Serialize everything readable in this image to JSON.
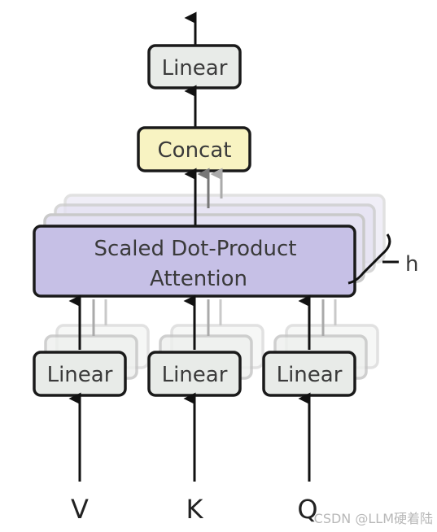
{
  "diagram": {
    "output_linear_label": "Linear",
    "concat_label": "Concat",
    "attention_label_line1": "Scaled Dot-Product",
    "attention_label_line2": "Attention",
    "heads_label": "h",
    "input_linears": [
      {
        "label": "Linear"
      },
      {
        "label": "Linear"
      },
      {
        "label": "Linear"
      }
    ],
    "inputs": [
      {
        "label": "V"
      },
      {
        "label": "K"
      },
      {
        "label": "Q"
      }
    ]
  },
  "watermark": "CSDN @LLM硬着陆",
  "colors": {
    "linear_fill": "#e8ebe8",
    "concat_fill": "#f8f3c2",
    "attention_fill": "#c6c0e6",
    "stroke": "#1a1a1a"
  }
}
